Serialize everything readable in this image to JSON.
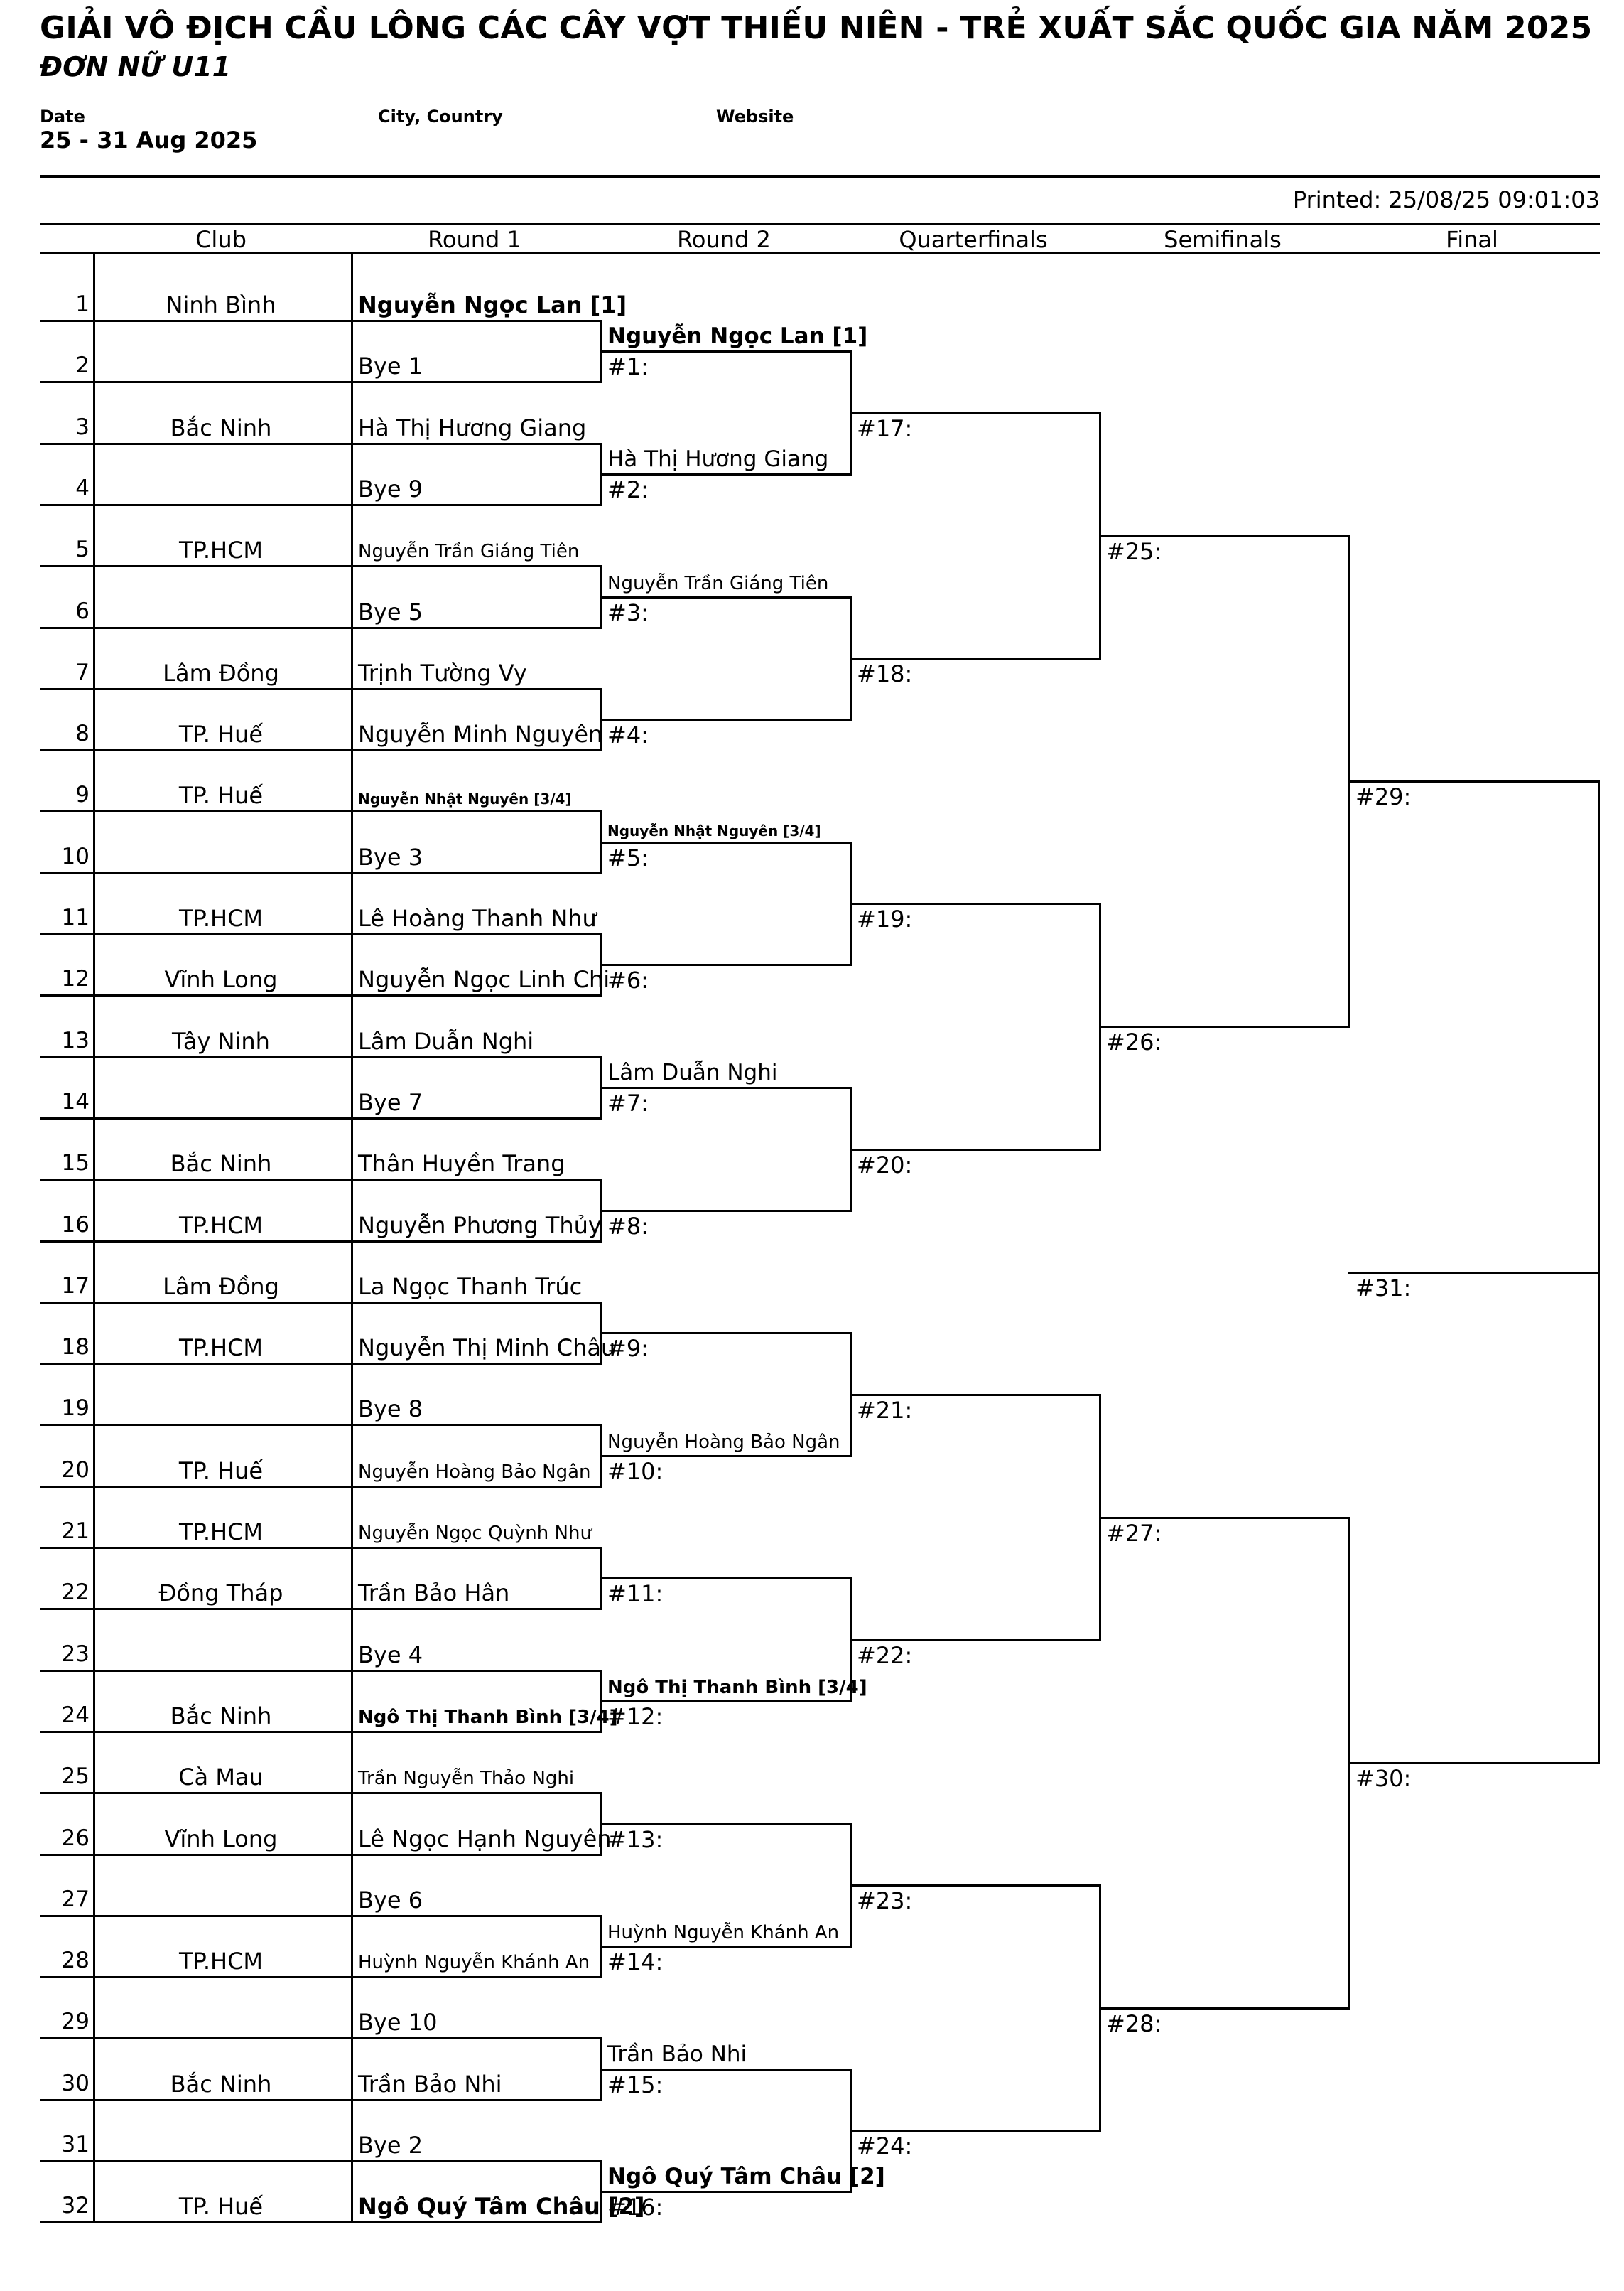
{
  "header": {
    "title": "GIẢI VÔ ĐỊCH CẦU LÔNG CÁC CÂY VỢT THIẾU NIÊN - TRẺ XUẤT SẮC QUỐC GIA NĂM 2025",
    "subtitle": "ĐƠN NỮ U11",
    "date_label": "Date",
    "date_value": "25 - 31 Aug 2025",
    "city_label": "City, Country",
    "website_label": "Website",
    "printed": "Printed: 25/08/25 09:01:03"
  },
  "columns": [
    "Club",
    "Round 1",
    "Round 2",
    "Quarterfinals",
    "Semifinals",
    "Final"
  ],
  "entries": [
    {
      "seed": "1",
      "club": "Ninh Bình",
      "player": "Nguyễn Ngọc Lan [1]",
      "style": "b"
    },
    {
      "seed": "2",
      "club": "",
      "player": "Bye 1",
      "style": ""
    },
    {
      "seed": "3",
      "club": "Bắc Ninh",
      "player": "Hà Thị Hương Giang",
      "style": ""
    },
    {
      "seed": "4",
      "club": "",
      "player": "Bye 9",
      "style": ""
    },
    {
      "seed": "5",
      "club": "TP.HCM",
      "player": "Nguyễn Trần Giáng Tiên",
      "style": "s"
    },
    {
      "seed": "6",
      "club": "",
      "player": "Bye 5",
      "style": ""
    },
    {
      "seed": "7",
      "club": "Lâm Đồng",
      "player": "Trịnh Tường Vy",
      "style": ""
    },
    {
      "seed": "8",
      "club": "TP. Huế",
      "player": "Nguyễn Minh Nguyên",
      "style": ""
    },
    {
      "seed": "9",
      "club": "TP. Huế",
      "player": "Nguyễn Nhật Nguyên [3/4]",
      "style": "xs"
    },
    {
      "seed": "10",
      "club": "",
      "player": "Bye 3",
      "style": ""
    },
    {
      "seed": "11",
      "club": "TP.HCM",
      "player": "Lê Hoàng Thanh Như",
      "style": ""
    },
    {
      "seed": "12",
      "club": "Vĩnh Long",
      "player": "Nguyễn Ngọc Linh Chi",
      "style": ""
    },
    {
      "seed": "13",
      "club": "Tây Ninh",
      "player": "Lâm Duẫn Nghi",
      "style": ""
    },
    {
      "seed": "14",
      "club": "",
      "player": "Bye 7",
      "style": ""
    },
    {
      "seed": "15",
      "club": "Bắc Ninh",
      "player": "Thân Huyền Trang",
      "style": ""
    },
    {
      "seed": "16",
      "club": "TP.HCM",
      "player": "Nguyễn Phương Thủy",
      "style": ""
    },
    {
      "seed": "17",
      "club": "Lâm Đồng",
      "player": "La Ngọc Thanh Trúc",
      "style": ""
    },
    {
      "seed": "18",
      "club": "TP.HCM",
      "player": "Nguyễn Thị Minh Châu",
      "style": ""
    },
    {
      "seed": "19",
      "club": "",
      "player": "Bye 8",
      "style": ""
    },
    {
      "seed": "20",
      "club": "TP. Huế",
      "player": "Nguyễn Hoàng Bảo Ngân",
      "style": "s"
    },
    {
      "seed": "21",
      "club": "TP.HCM",
      "player": "Nguyễn Ngọc Quỳnh Như",
      "style": "s"
    },
    {
      "seed": "22",
      "club": "Đồng Tháp",
      "player": "Trần Bảo Hân",
      "style": ""
    },
    {
      "seed": "23",
      "club": "",
      "player": "Bye 4",
      "style": ""
    },
    {
      "seed": "24",
      "club": "Bắc Ninh",
      "player": "Ngô Thị Thanh Bình [3/4]",
      "style": "bs"
    },
    {
      "seed": "25",
      "club": "Cà Mau",
      "player": "Trần Nguyễn Thảo Nghi",
      "style": "s"
    },
    {
      "seed": "26",
      "club": "Vĩnh Long",
      "player": "Lê Ngọc Hạnh Nguyên",
      "style": ""
    },
    {
      "seed": "27",
      "club": "",
      "player": "Bye 6",
      "style": ""
    },
    {
      "seed": "28",
      "club": "TP.HCM",
      "player": "Huỳnh Nguyễn Khánh An",
      "style": "s"
    },
    {
      "seed": "29",
      "club": "",
      "player": "Bye 10",
      "style": ""
    },
    {
      "seed": "30",
      "club": "Bắc Ninh",
      "player": "Trần Bảo Nhi",
      "style": ""
    },
    {
      "seed": "31",
      "club": "",
      "player": "Bye 2",
      "style": ""
    },
    {
      "seed": "32",
      "club": "TP. Huế",
      "player": "Ngô Quý Tâm Châu [2]",
      "style": "b"
    }
  ],
  "round2": [
    {
      "label": "#1:",
      "winner": "Nguyễn Ngọc Lan [1]",
      "style": "b"
    },
    {
      "label": "#2:",
      "winner": "Hà Thị Hương Giang",
      "style": ""
    },
    {
      "label": "#3:",
      "winner": "Nguyễn Trần Giáng Tiên",
      "style": "s"
    },
    {
      "label": "#4:",
      "winner": "",
      "style": ""
    },
    {
      "label": "#5:",
      "winner": "Nguyễn Nhật Nguyên [3/4]",
      "style": "xs"
    },
    {
      "label": "#6:",
      "winner": "",
      "style": ""
    },
    {
      "label": "#7:",
      "winner": "Lâm Duẫn Nghi",
      "style": ""
    },
    {
      "label": "#8:",
      "winner": "",
      "style": ""
    },
    {
      "label": "#9:",
      "winner": "",
      "style": ""
    },
    {
      "label": "#10:",
      "winner": "Nguyễn Hoàng Bảo Ngân",
      "style": "s"
    },
    {
      "label": "#11:",
      "winner": "",
      "style": ""
    },
    {
      "label": "#12:",
      "winner": "Ngô Thị Thanh Bình [3/4]",
      "style": "bs"
    },
    {
      "label": "#13:",
      "winner": "",
      "style": ""
    },
    {
      "label": "#14:",
      "winner": "Huỳnh Nguyễn Khánh An",
      "style": "s"
    },
    {
      "label": "#15:",
      "winner": "Trần Bảo Nhi",
      "style": ""
    },
    {
      "label": "#16:",
      "winner": "Ngô Quý Tâm Châu [2]",
      "style": "b"
    }
  ],
  "quarterfinals": [
    "#17:",
    "#18:",
    "#19:",
    "#20:",
    "#21:",
    "#22:",
    "#23:",
    "#24:"
  ],
  "semifinals": [
    "#25:",
    "#26:",
    "#27:",
    "#28:"
  ],
  "final_round": [
    "#29:",
    "#30:"
  ],
  "champion": [
    "#31:"
  ]
}
